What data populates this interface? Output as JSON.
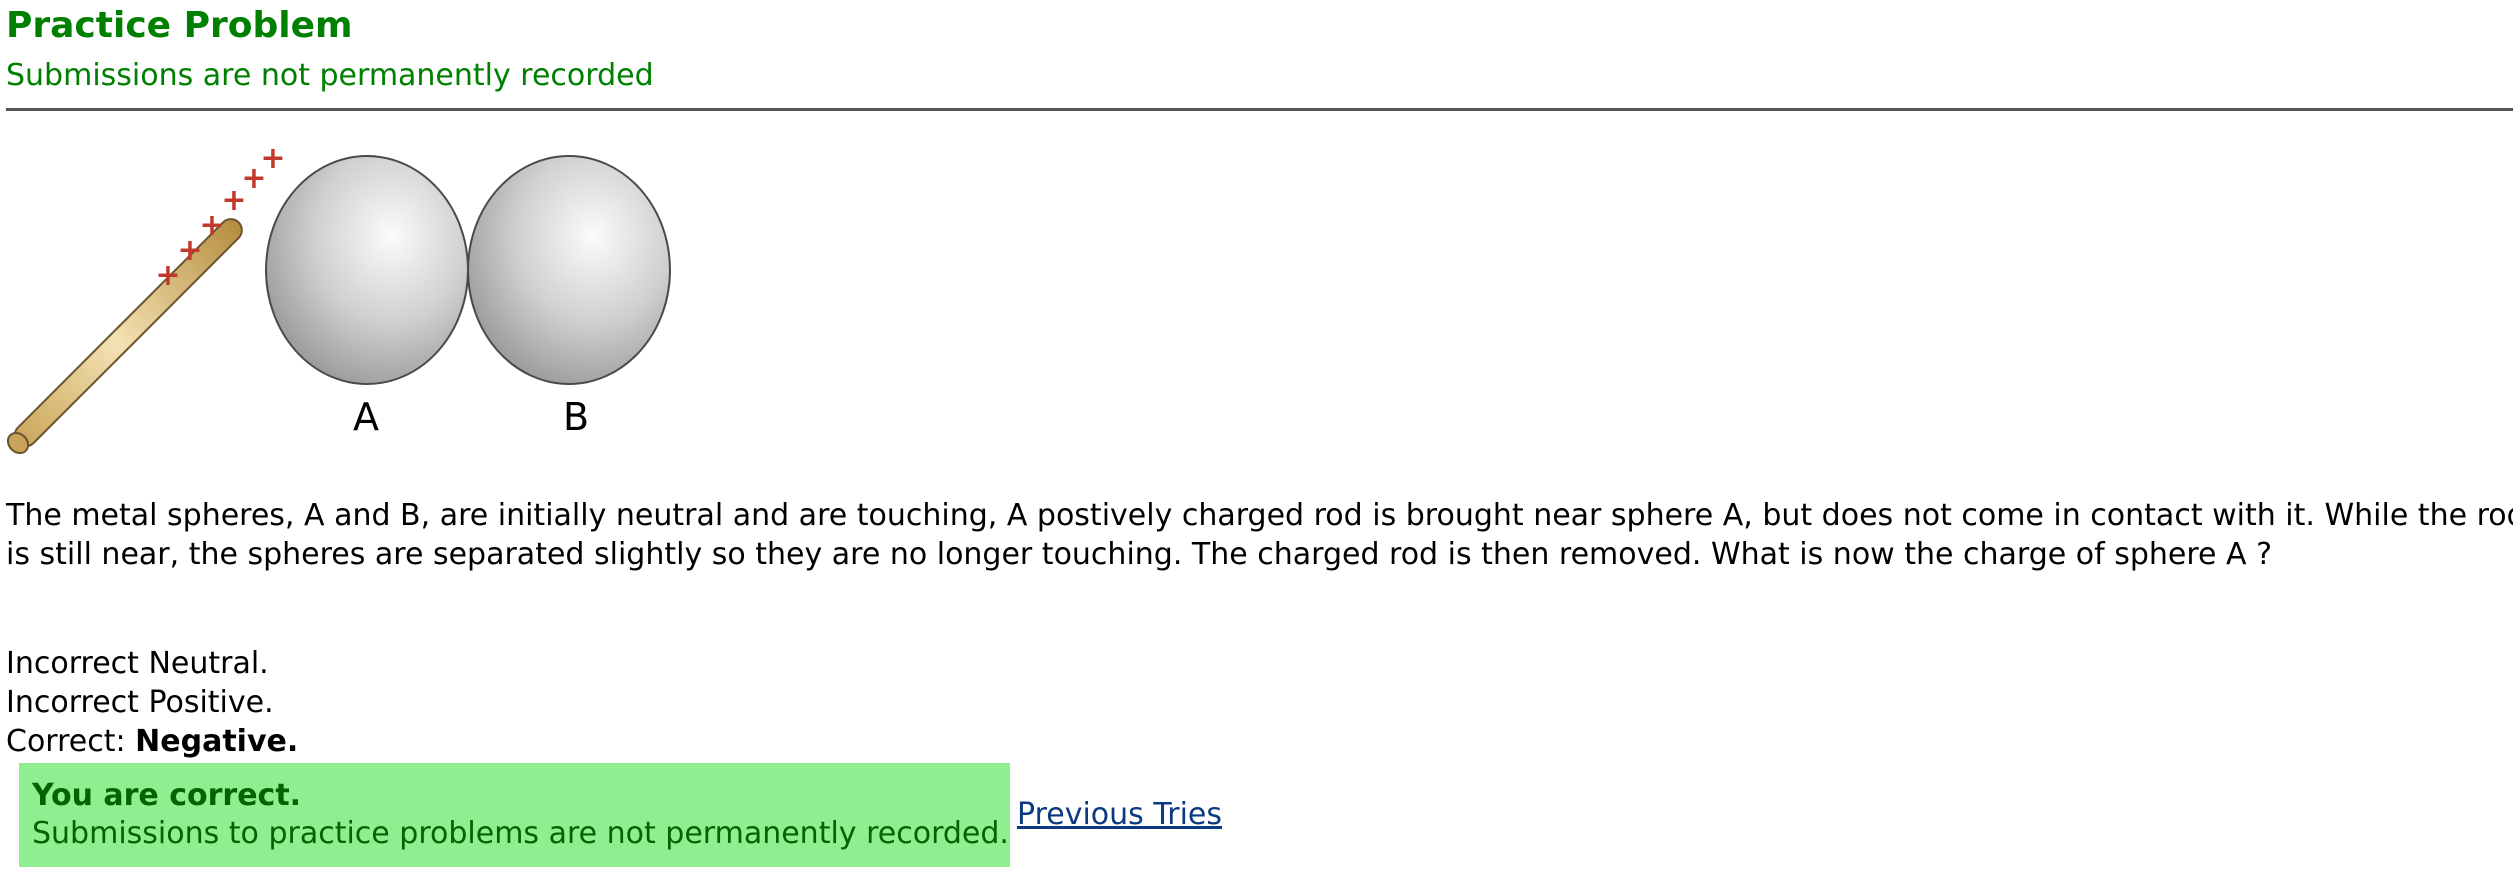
{
  "header": {
    "title": "Practice Problem",
    "subtitle": "Submissions are not permanently recorded"
  },
  "figure": {
    "rod_charge_symbol": "+",
    "sphere_a_label": "A",
    "sphere_b_label": "B"
  },
  "question": {
    "line1": "The metal spheres, A and B, are initially neutral and are touching, A postively charged rod is brought near sphere A, but does not come in contact with it. While the rod",
    "line2": "is still near, the spheres are separated slightly so they are no longer touching. The charged rod is then removed. What is now the charge of sphere A ?"
  },
  "answers": [
    {
      "status": "Incorrect",
      "text": "Neutral."
    },
    {
      "status": "Incorrect",
      "text": "Positive."
    },
    {
      "status": "Correct:",
      "text": "Negative."
    }
  ],
  "feedback": {
    "title": "You are correct.",
    "message": "Submissions to practice problems are not permanently recorded.",
    "background_color": "#90ee90"
  },
  "links": {
    "previous_tries": "Previous Tries"
  },
  "colors": {
    "header_green": "#008000",
    "feedback_text": "#006400",
    "link": "#0b3a80"
  }
}
